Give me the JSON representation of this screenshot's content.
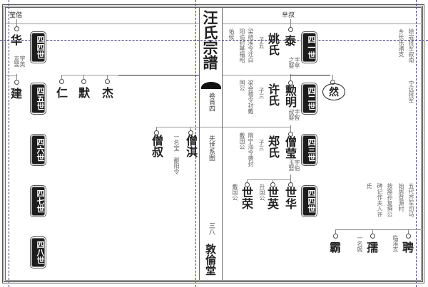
{
  "book": {
    "title": "汪氏宗譜",
    "volume": "卷首四",
    "section": "先世系图",
    "page": "三八",
    "hall": "敦倫堂"
  },
  "left_page": {
    "header_top": "莹偕",
    "generations": [
      "四四世",
      "四五世",
      "四六世",
      "四七世",
      "四八世"
    ],
    "persons": [
      {
        "name": "华",
        "note": "字英 友娶"
      },
      {
        "name": "建"
      },
      {
        "name": "仁"
      },
      {
        "name": "默"
      },
      {
        "name": "杰"
      },
      {
        "name": "僧淇",
        "note": "一名宝 鄱阳令"
      },
      {
        "name": "僧叔"
      }
    ]
  },
  "right_page": {
    "header_top": "芈叔",
    "generations": [
      "四一世",
      "四二世",
      "四三世",
      "四四世"
    ],
    "persons": [
      {
        "name": "泰",
        "note": "字亭 之娶",
        "spouse": "姚氏",
        "children": "子五",
        "titles": [
          "梁结溪令迁白",
          "阳追封基福昭",
          "佑候"
        ]
      },
      {
        "name": "勲明",
        "note": "字智 叔娶",
        "spouse": "许氏",
        "children": "子三",
        "titles": [
          "梁会稽令封戴",
          "国公"
        ]
      },
      {
        "name": "僧莹",
        "note": "字伯 玉娶",
        "spouse": "郑氏",
        "children": "子三",
        "titles": [
          "隋宁海令袭封",
          "戴国公"
        ]
      },
      {
        "name": "世华"
      },
      {
        "name": "世英",
        "note": "升国公"
      },
      {
        "name": "世荣",
        "note": "戴国公"
      },
      {
        "name": "然",
        "circled": true
      }
    ],
    "side_notes": [
      "除寇将军叙南",
      "宁远将军",
      "乡长乐诸支"
    ],
    "bottom_notes": [
      "五代齐军司马",
      "始居登源村",
      "按裔孙复撰公",
      "碑记作夫人许",
      "氏"
    ],
    "bottom_persons": [
      {
        "name": "聘",
        "note": "临溪支"
      },
      {
        "name": "孺",
        "note": "一名姬"
      },
      {
        "name": "霸"
      }
    ]
  }
}
